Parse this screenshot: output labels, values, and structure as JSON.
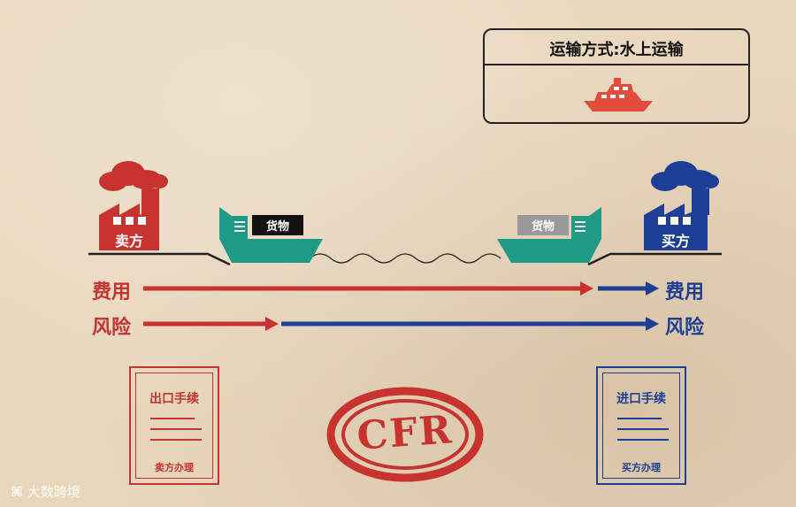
{
  "transport": {
    "title": "运输方式:水上运输",
    "icon": "ship-icon"
  },
  "seller": {
    "label": "卖方",
    "color": "#c8322f"
  },
  "buyer": {
    "label": "买方",
    "color": "#1d3f95"
  },
  "cargo": {
    "left_label": "货物",
    "right_label": "货物"
  },
  "rows": {
    "cost_left": "费用",
    "cost_right": "费用",
    "risk_left": "风险",
    "risk_right": "风险"
  },
  "docs": {
    "export": {
      "title": "出口手续",
      "sign": "卖方办理"
    },
    "import": {
      "title": "进口手续",
      "sign": "买方办理"
    }
  },
  "stamp": {
    "text": "CFR"
  },
  "watermark": {
    "text": "大数跨境"
  },
  "colors": {
    "red": "#c8322f",
    "blue": "#1d3f95",
    "ship_green": "#1f9a86",
    "background": "#e9d7bd"
  }
}
